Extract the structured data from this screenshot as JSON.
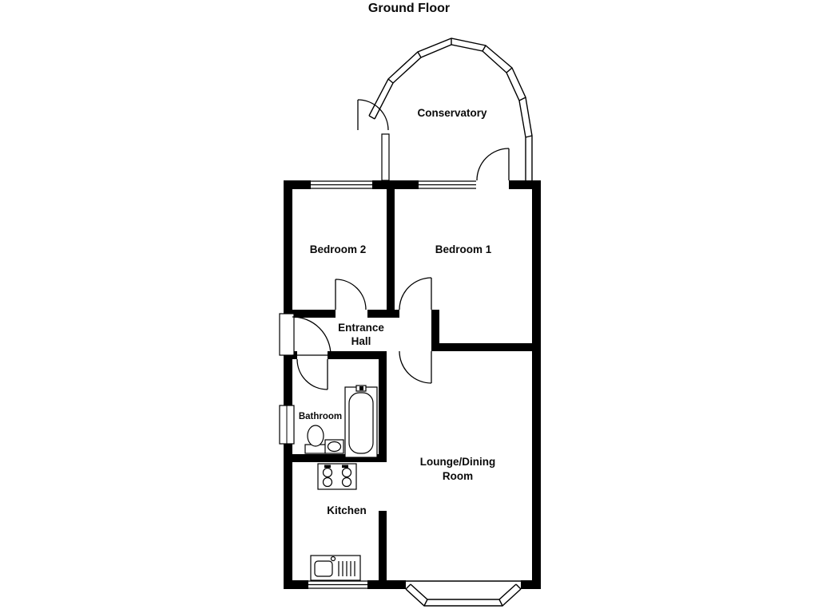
{
  "title": "Ground Floor",
  "rooms": {
    "conservatory": "Conservatory",
    "bedroom2": "Bedroom 2",
    "bedroom1": "Bedroom 1",
    "entrance_hall": {
      "line1": "Entrance",
      "line2": "Hall"
    },
    "bathroom": "Bathroom",
    "lounge": {
      "line1": "Lounge/Dining",
      "line2": "Room"
    },
    "kitchen": "Kitchen"
  },
  "colors": {
    "wall": "#000000",
    "background": "#ffffff",
    "line": "#000000"
  }
}
